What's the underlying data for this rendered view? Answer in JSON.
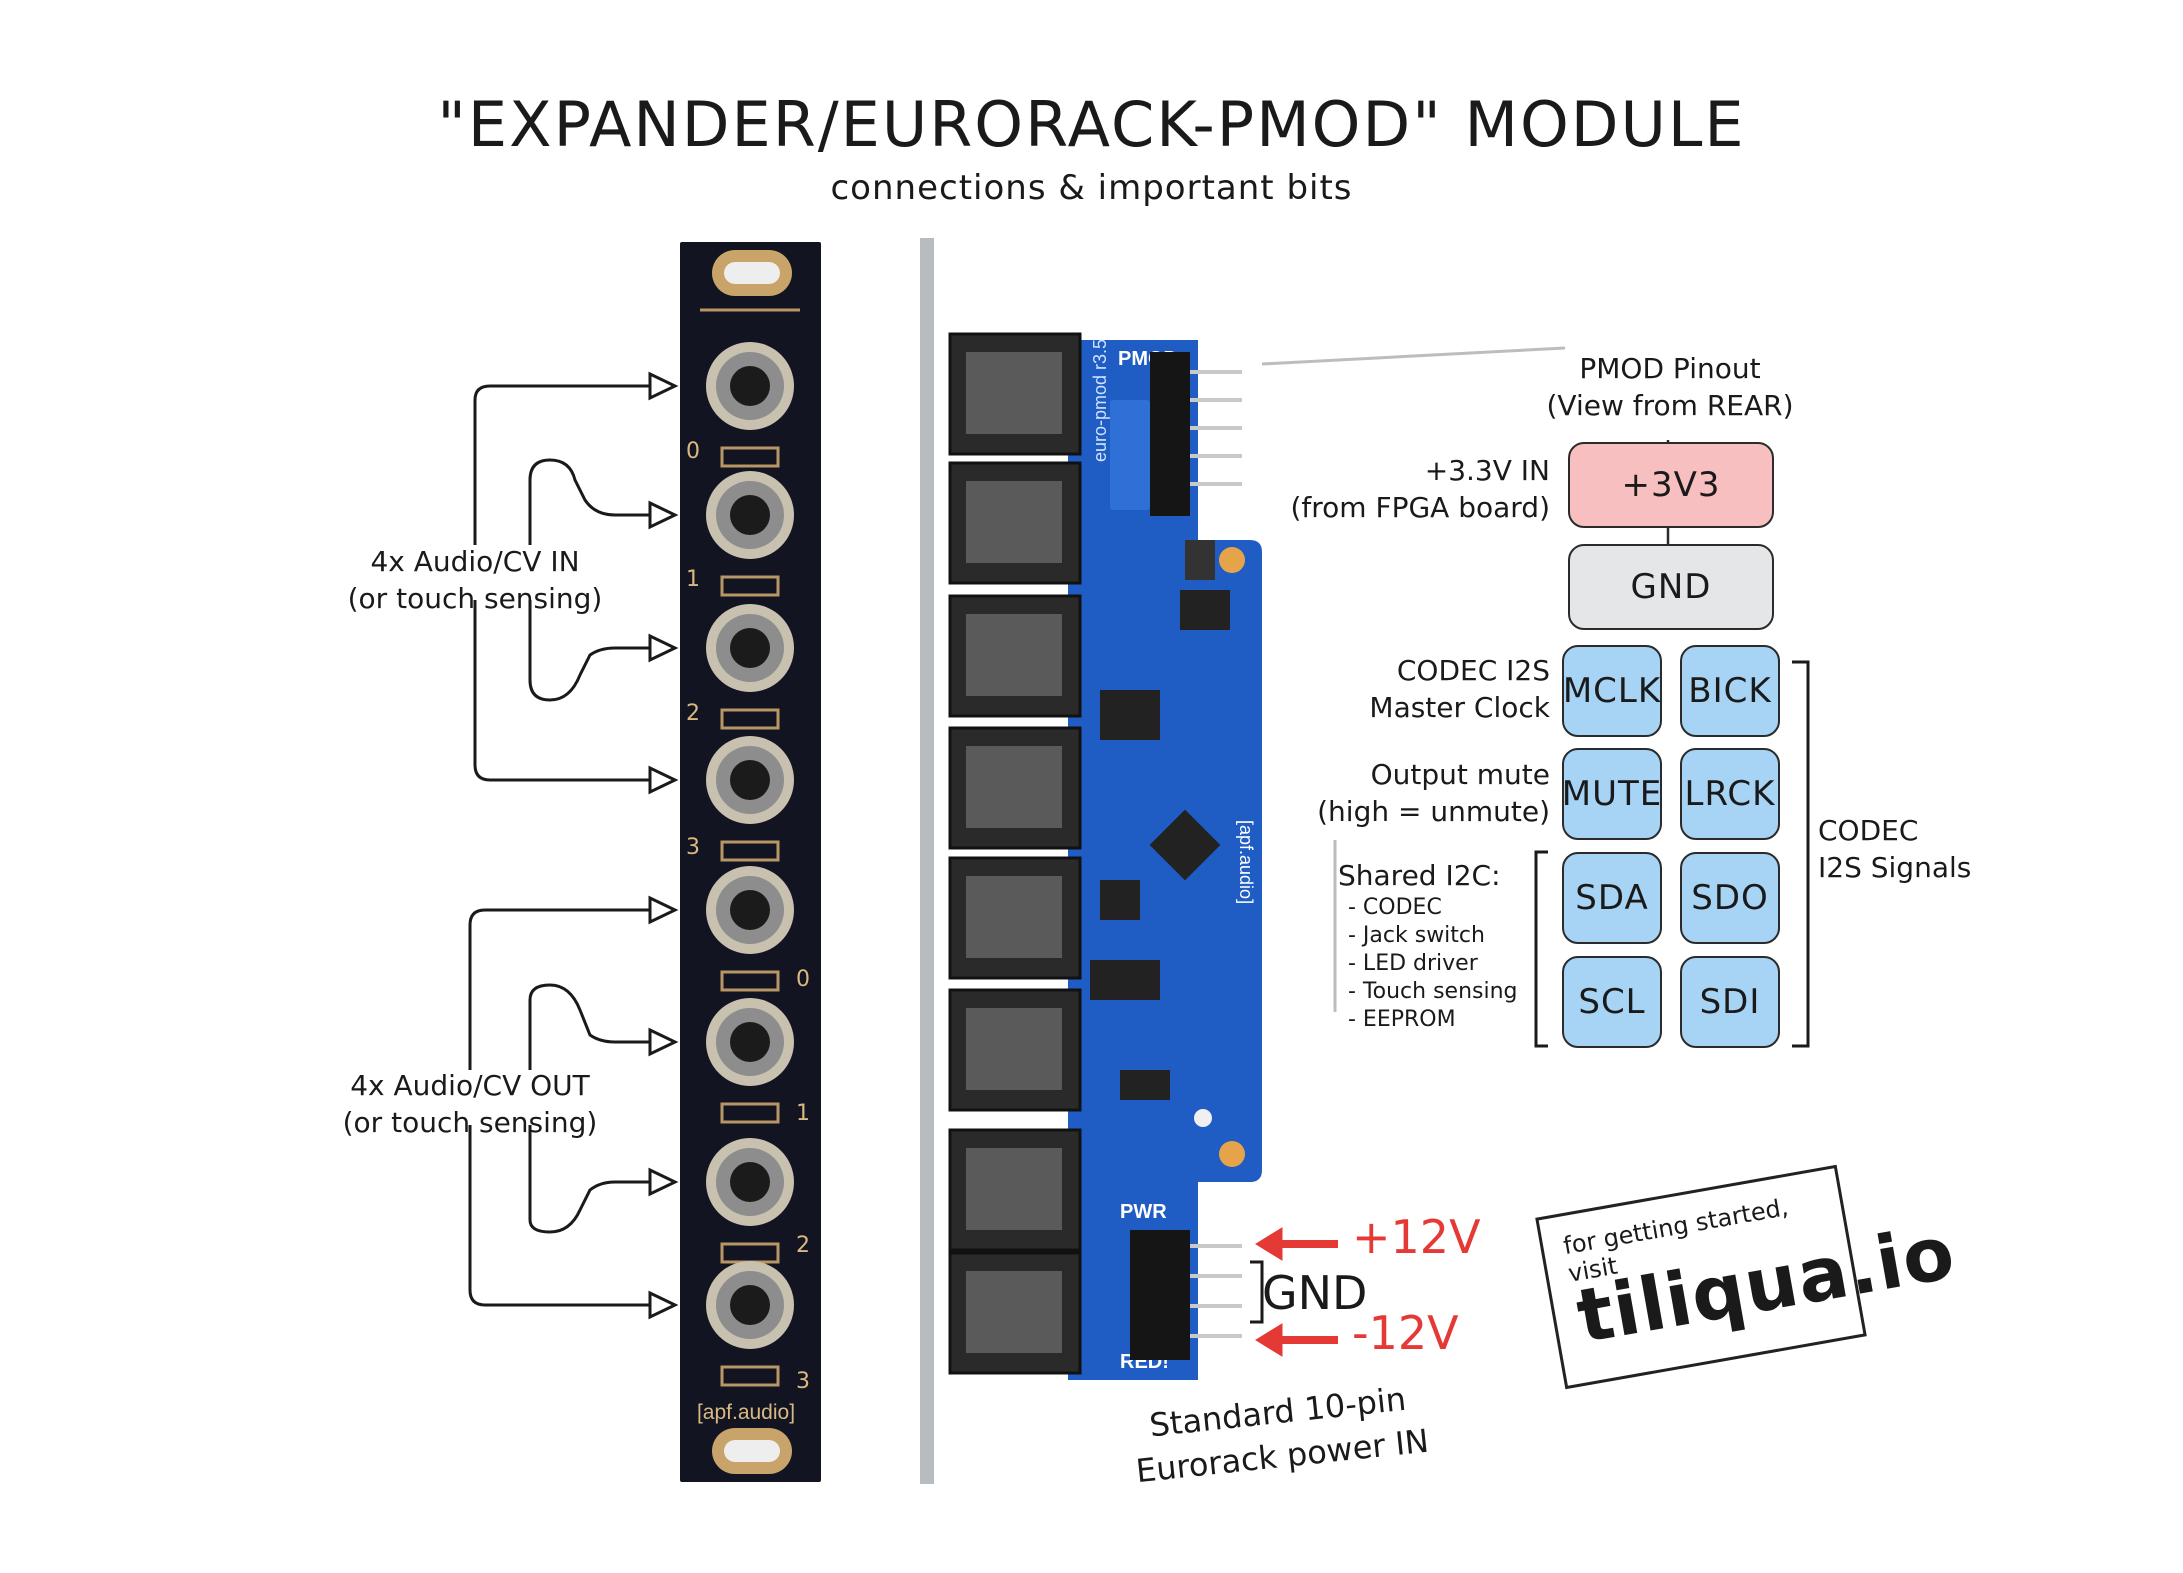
{
  "header": {
    "title": "\"EXPANDER/EURORACK-PMOD\" MODULE",
    "subtitle": "connections & important bits"
  },
  "panel": {
    "brand": "[apf.audio]",
    "input_numbers": [
      "0",
      "1",
      "2",
      "3"
    ],
    "output_numbers": [
      "0",
      "1",
      "2",
      "3"
    ]
  },
  "board": {
    "pmod_label": "PMOD",
    "pwr_label": "PWR",
    "red_label": "RED!",
    "board_name": "euro-pmod r3.5",
    "brand_side": "[apf.audio]"
  },
  "annotations": {
    "inputs": [
      "4x Audio/CV IN",
      "(or touch sensing)"
    ],
    "outputs": [
      "4x Audio/CV OUT",
      "(or touch sensing)"
    ],
    "pmod_pinout": [
      "PMOD Pinout",
      "(View from REAR)"
    ],
    "v33_in": [
      "+3.3V IN",
      "(from FPGA board)"
    ],
    "codec_clock": [
      "CODEC I2S",
      "Master Clock"
    ],
    "output_mute": [
      "Output mute",
      "(high = unmute)"
    ],
    "shared_i2c_title": "Shared I2C:",
    "shared_i2c_items": [
      "- CODEC",
      "- Jack switch",
      "- LED driver",
      "- Touch sensing",
      "- EEPROM"
    ],
    "codec_signals": [
      "CODEC",
      "I2S Signals"
    ],
    "plus12": "+12V",
    "gnd": "GND",
    "minus12": "-12V",
    "power_in": [
      "Standard 10-pin",
      "Eurorack power IN"
    ]
  },
  "pins": {
    "v3v3": "+3V3",
    "gnd": "GND",
    "mclk": "MCLK",
    "bick": "BICK",
    "mute": "MUTE",
    "lrck": "LRCK",
    "sda": "SDA",
    "sdo": "SDO",
    "scl": "SCL",
    "sdi": "SDI"
  },
  "promo": {
    "line1": "for getting started, visit",
    "line2": "tiliqua.io"
  },
  "colors": {
    "panel": "#121521",
    "board": "#1f5cc4",
    "pin_blue": "#a7d3f5",
    "pin_pink": "#f7bfc0",
    "pin_gray": "#e4e6e8",
    "accent_red": "#e53935"
  }
}
